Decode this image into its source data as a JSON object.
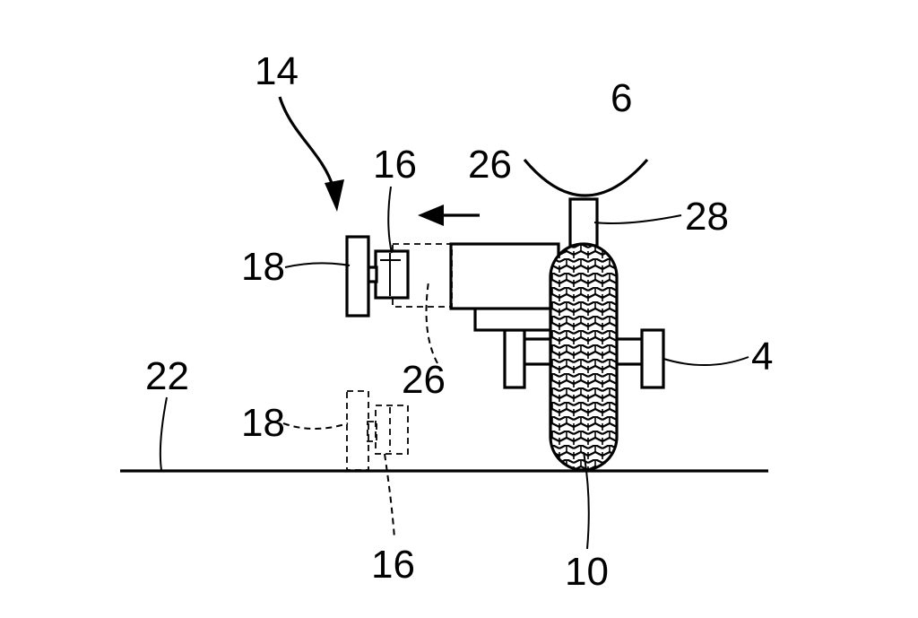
{
  "labels": {
    "ref_14": "14",
    "ref_16_top": "16",
    "ref_26_top": "26",
    "ref_6": "6",
    "ref_28": "28",
    "ref_18_top": "18",
    "ref_4": "4",
    "ref_22": "22",
    "ref_26_mid": "26",
    "ref_18_bottom": "18",
    "ref_16_bottom": "16",
    "ref_10": "10"
  }
}
